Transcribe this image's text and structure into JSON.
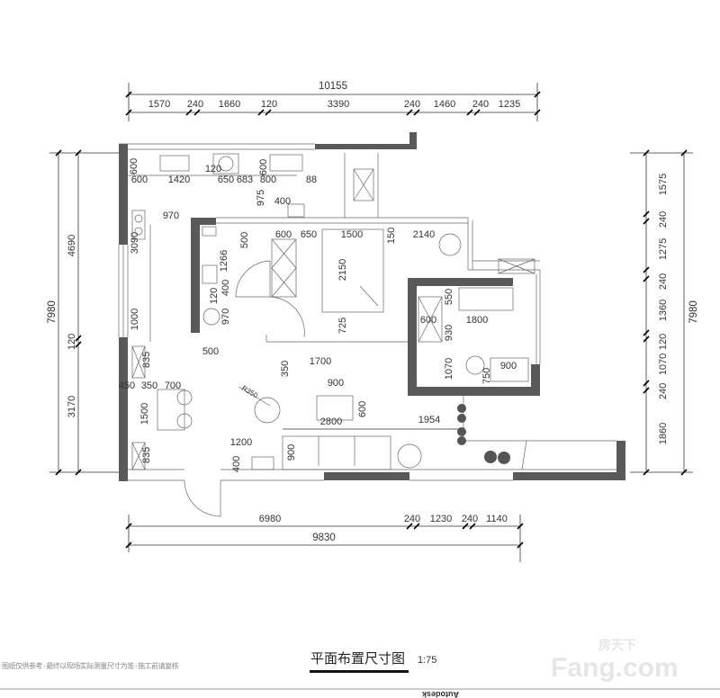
{
  "drawing": {
    "title": "平面布置尺寸图",
    "scale": "1:75",
    "watermark_brand": "房天下",
    "watermark_logo": "Fang.com",
    "footer_text": "Autodesk",
    "left_note": "图纸仅供参考·最终以现场实际测量尺寸为准·施工前请复核",
    "wall_color": "#595959"
  },
  "dimensions": {
    "top_total": "10155",
    "top_segments": [
      "1570",
      "240",
      "1660",
      "120",
      "3390",
      "240",
      "1460",
      "240",
      "1235"
    ],
    "left_total": "7980",
    "left_segments": [
      "4690",
      "120",
      "3170"
    ],
    "right_total": "7980",
    "right_segments": [
      "1575",
      "240",
      "1275",
      "240",
      "1360",
      "120",
      "1070",
      "240",
      "1860"
    ],
    "bottom_segments": [
      "6980",
      "240",
      "1230",
      "240",
      "1140"
    ],
    "bottom_total": "9830",
    "interior": {
      "k600v": "600",
      "k600": "600",
      "k1420": "1420",
      "k120": "120",
      "k650": "650",
      "k683": "683",
      "k800": "800",
      "k88": "88",
      "k600v2": "600",
      "k975": "975",
      "k400": "400",
      "k970": "970",
      "k3090": "3090",
      "b1266": "1266",
      "b500": "500",
      "b400": "400",
      "b120": "120",
      "b970": "970",
      "b500h": "500",
      "r600": "600",
      "r650": "650",
      "r1500": "1500",
      "r150": "150",
      "r2140": "2140",
      "r2150": "2150",
      "r725": "725",
      "l1000": "1000",
      "l1700": "1700",
      "l350": "350",
      "d835a": "835",
      "d450": "450",
      "d350": "350",
      "d700": "700",
      "d1500": "1500",
      "d835b": "835",
      "radius": "R350",
      "t900": "900",
      "t600": "600",
      "s2800": "2800",
      "s1954": "1954",
      "c1200": "1200",
      "c400": "400",
      "s900": "900",
      "st550": "550",
      "st600": "600",
      "st1800": "1800",
      "st930": "930",
      "st1070": "1070",
      "st900": "900",
      "st750": "750"
    }
  }
}
